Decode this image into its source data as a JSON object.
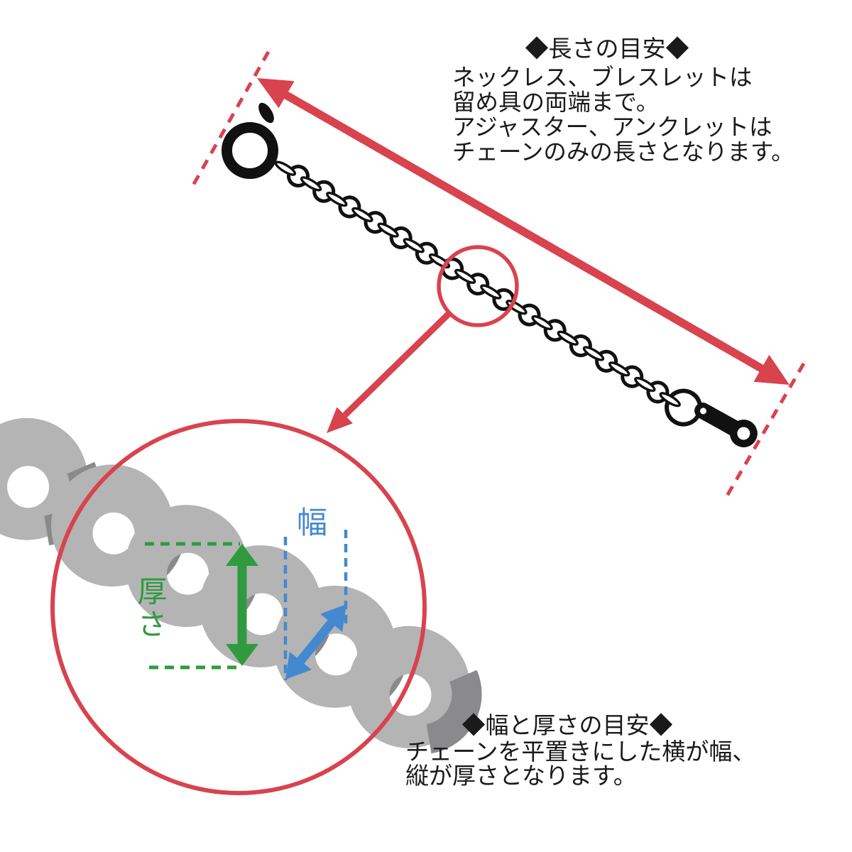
{
  "length_guide": {
    "title": "◆長さの目安◆",
    "lines": [
      "ネックレス、ブレスレットは",
      "留め具の両端まで。",
      "アジャスター、アンクレットは",
      "チェーンのみの長さとなります。"
    ]
  },
  "detail_guide": {
    "title": "◆幅と厚さの目安◆",
    "lines": [
      "チェーンを平置きにした横が幅、",
      "縦が厚さとなります。"
    ]
  },
  "labels": {
    "thickness": "厚さ",
    "width": "幅"
  },
  "colors": {
    "red": "#d8434e",
    "green": "#2f9b3e",
    "blue": "#4489cf",
    "chain_black": "#111111",
    "ring_gray": "#b4b4b5",
    "ring_gray_dark": "#8a8a8c",
    "text": "#1a1a1a",
    "background": "#ffffff"
  }
}
